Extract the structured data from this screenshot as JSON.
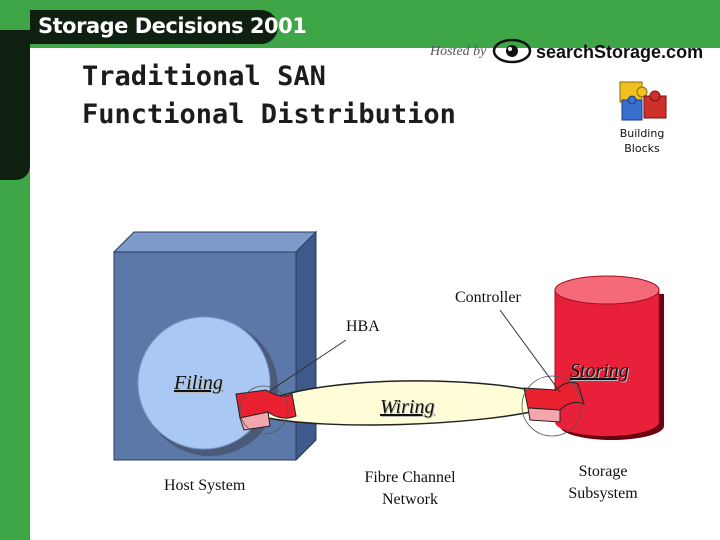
{
  "header": {
    "brand_left": "Storage",
    "brand_right": "Decisions 2001",
    "hosted_by": "Hosted by",
    "partner_logo": "searchStorage.com",
    "partner_icon": "eye-icon"
  },
  "slide": {
    "title": "Traditional SAN Functional Distribution",
    "corner_label": "Building Blocks",
    "corner_icon": "puzzle-pieces-icon"
  },
  "diagram": {
    "filing": "Filing",
    "wiring": "Wiring",
    "storing": "Storing",
    "hba": "HBA",
    "controller": "Controller",
    "host_caption": "Host System",
    "network_caption_1": "Fibre Channel",
    "network_caption_2": "Network",
    "storage_caption_1": "Storage",
    "storage_caption_2": "Subsystem"
  },
  "colors": {
    "brand_green": "#3fa648",
    "host_blue": "#5b78a8",
    "disk_blue": "#a9c9f4",
    "storage_red": "#e8203a",
    "cable_fill": "#fffdd8"
  }
}
